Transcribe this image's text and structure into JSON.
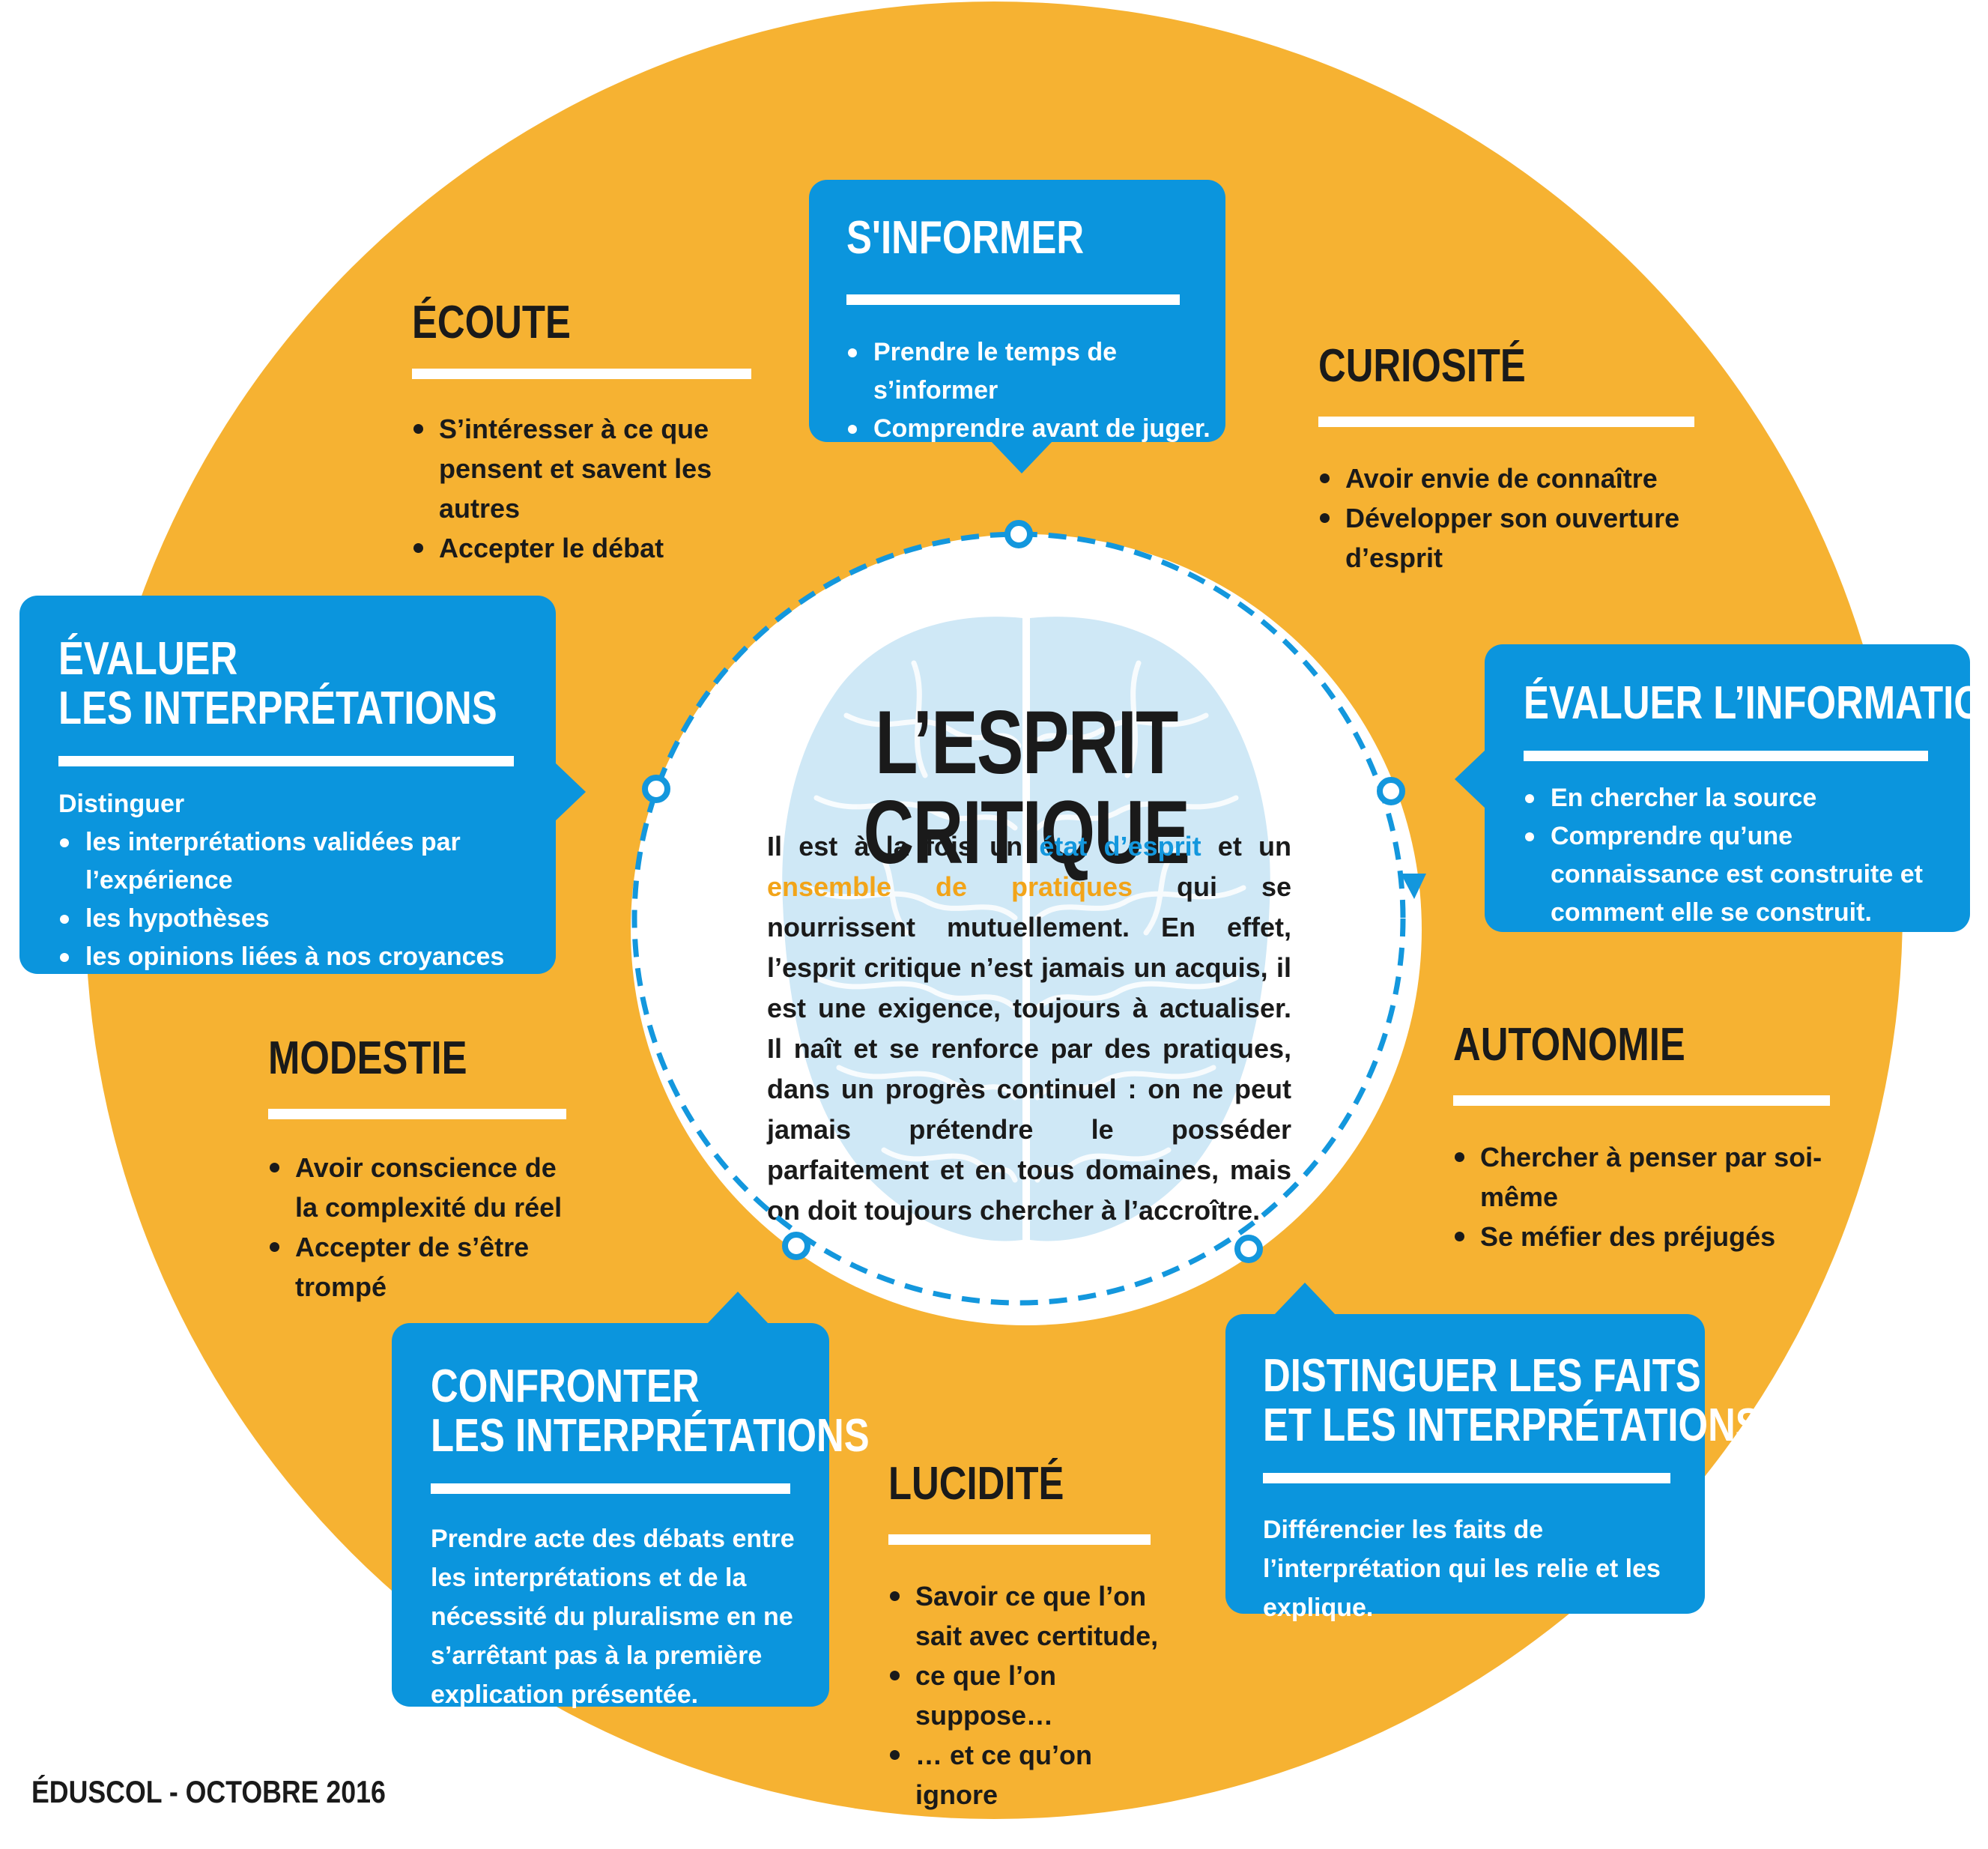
{
  "colors": {
    "ring": "#f6b232",
    "box": "#0b95dd",
    "dash": "#1397dd",
    "text": "#1a1a1a",
    "highlight_blue": "#1397dd",
    "highlight_orange": "#f2a419"
  },
  "center": {
    "title": "L’ESPRIT CRITIQUE",
    "text_before_1": "Il est à la fois un ",
    "highlight_1": "état d’esprit",
    "text_between": " et un ",
    "highlight_2": "ensemble de pratiques",
    "text_after": " qui se nourrissent mutuellement. En effet, l’esprit critique n’est jamais un acquis, il est une exigence, toujours à actualiser. Il naît et se renforce par des pratiques, dans un progrès continuel : on ne peut jamais prétendre le posséder parfaitement et en tous domaines, mais on doit toujours chercher à l’accroître."
  },
  "ecoute": {
    "title": "ÉCOUTE",
    "items": [
      "S’intéresser à ce que pensent et savent les autres",
      "Accepter le débat"
    ]
  },
  "sinformer": {
    "title": "S'INFORMER",
    "items": [
      "Prendre le temps de s’informer",
      "Comprendre avant de juger."
    ]
  },
  "curiosite": {
    "title": "CURIOSITÉ",
    "items": [
      "Avoir envie de connaître",
      "Développer son ouverture d’esprit"
    ]
  },
  "evaluer_interpretations": {
    "title_line1": "ÉVALUER",
    "title_line2": "LES INTERPRÉTATIONS",
    "intro": "Distinguer",
    "items": [
      "les interprétations validées par l’expérience",
      "les hypothèses",
      "les opinions liées à nos croyances"
    ]
  },
  "evaluer_information": {
    "title": "ÉVALUER L’INFORMATION",
    "items": [
      "En chercher la source",
      "Comprendre qu’une connaissance est construite et comment elle se construit."
    ]
  },
  "modestie": {
    "title": "MODESTIE",
    "items": [
      "Avoir conscience de la complexité du réel",
      "Accepter de s’être trompé"
    ]
  },
  "autonomie": {
    "title": "AUTONOMIE",
    "items": [
      "Chercher à penser par soi-même",
      "Se méfier des préjugés"
    ]
  },
  "confronter": {
    "title_line1": "CONFRONTER",
    "title_line2": "LES INTERPRÉTATIONS",
    "text": "Prendre acte des débats entre les interprétations et de la nécessité du pluralisme en ne s’arrêtant pas à la première explication présentée."
  },
  "lucidite": {
    "title": "LUCIDITÉ",
    "items": [
      "Savoir ce que l’on sait avec certitude,",
      "ce que l’on suppose…",
      "… et ce qu’on ignore"
    ]
  },
  "distinguer": {
    "title_line1": "DISTINGUER LES FAITS",
    "title_line2": "ET LES INTERPRÉTATIONS",
    "text": "Différencier les faits de l’interprétation qui les relie et les explique."
  },
  "footer": "ÉDUSCOL - OCTOBRE 2016"
}
